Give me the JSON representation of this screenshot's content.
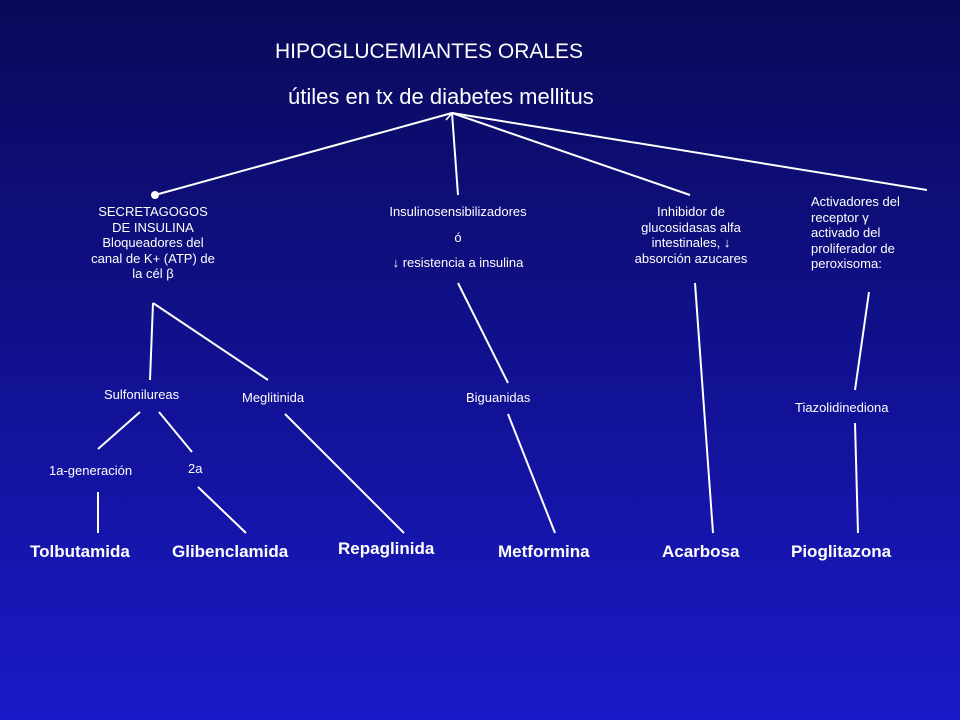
{
  "title": {
    "line1": "HIPOGLUCEMIANTES ORALES",
    "line2": "útiles en tx de diabetes mellitus"
  },
  "categories": {
    "secretagogos": {
      "line1": "SECRETAGOGOS",
      "line2": "DE  INSULINA",
      "line3": "Bloqueadores del",
      "line4": "canal de K+ (ATP) de",
      "line5": "la cél β"
    },
    "insulinosens": {
      "line1": "Insulinosensibilizadores",
      "line2": "ó",
      "line3": "↓ resistencia a insulina"
    },
    "inhibidor": {
      "line1": "Inhibidor de",
      "line2": "glucosidasas alfa",
      "line3": "intestinales, ↓",
      "line4": "absorción azucares"
    },
    "activadores": {
      "line1": "Activadores del",
      "line2": "receptor  γ",
      "line3": "activado del",
      "line4": "proliferador de",
      "line5": "peroxisoma:"
    }
  },
  "subgroups": {
    "sulfonilureas": "Sulfonilureas",
    "meglitinida": "Meglitinida",
    "biguanidas": "Biguanidas",
    "tiazolidinediona": "Tiazolidinediona",
    "gen1": "1a-generación",
    "gen2": "2a"
  },
  "drugs": {
    "tolbutamida": "Tolbutamida",
    "glibenclamida": "Glibenclamida",
    "repaglinida": "Repaglinida",
    "metformina": "Metformina",
    "acarbosa": "Acarbosa",
    "pioglitazona": "Pioglitazona"
  }
}
